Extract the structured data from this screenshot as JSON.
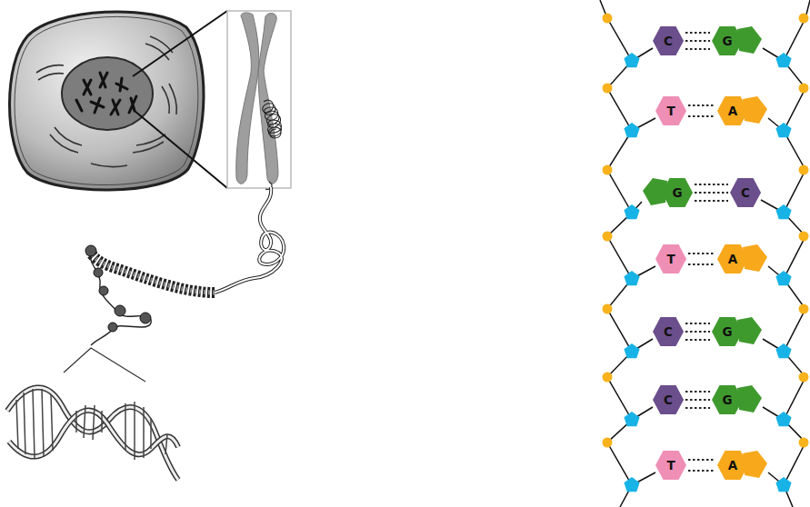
{
  "diagram": {
    "nodes": [
      {
        "text": [
          "C"
        ]
      },
      {
        "text": [
          "G"
        ]
      },
      {
        "text": [
          "T"
        ]
      },
      {
        "text": [
          "A"
        ]
      },
      {
        "text": [
          "G"
        ]
      },
      {
        "text": [
          "C"
        ]
      },
      {
        "text": [
          "T"
        ]
      },
      {
        "text": [
          "A"
        ]
      },
      {
        "text": [
          "C"
        ]
      },
      {
        "text": [
          "G"
        ]
      },
      {
        "text": [
          "C"
        ]
      },
      {
        "text": [
          "G"
        ]
      },
      {
        "text": [
          "T"
        ]
      },
      {
        "text": [
          "A"
        ]
      }
    ],
    "edges": [
      {
        "from": 0,
        "to": 1,
        "arrow": "none"
      },
      {
        "from": 2,
        "to": 3,
        "arrow": "none"
      },
      {
        "from": 4,
        "to": 5,
        "arrow": "none"
      },
      {
        "from": 6,
        "to": 7,
        "arrow": "none"
      },
      {
        "from": 8,
        "to": 9,
        "arrow": "none"
      },
      {
        "from": 10,
        "to": 11,
        "arrow": "none"
      },
      {
        "from": 12,
        "to": 13,
        "arrow": "none"
      }
    ]
  }
}
